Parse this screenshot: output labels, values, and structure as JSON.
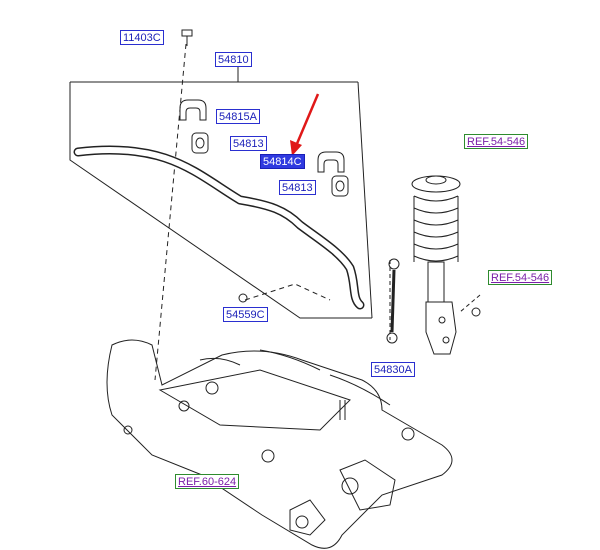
{
  "colors": {
    "part_label_border": "#2a2fd0",
    "part_label_text": "#1a1fb8",
    "selected_fill": "#2f3ae0",
    "ref_label_border": "#2e8b2e",
    "ref_label_text": "#7a1fa8",
    "pointer_arrow": "#e01818",
    "line_art": "#222222"
  },
  "labels": {
    "bolt": "11403C",
    "assembly": "54810",
    "bushing_bracket": "54815A",
    "bushing_left": "54813",
    "bracket_selected": "54814C",
    "bushing_right": "54813",
    "nut": "54559C",
    "stabilizer_link": "54830A"
  },
  "references": {
    "strut_top": "REF.54-546",
    "strut_side": "REF.54-546",
    "subframe": "REF.60-624"
  },
  "selected_part": "54814C"
}
